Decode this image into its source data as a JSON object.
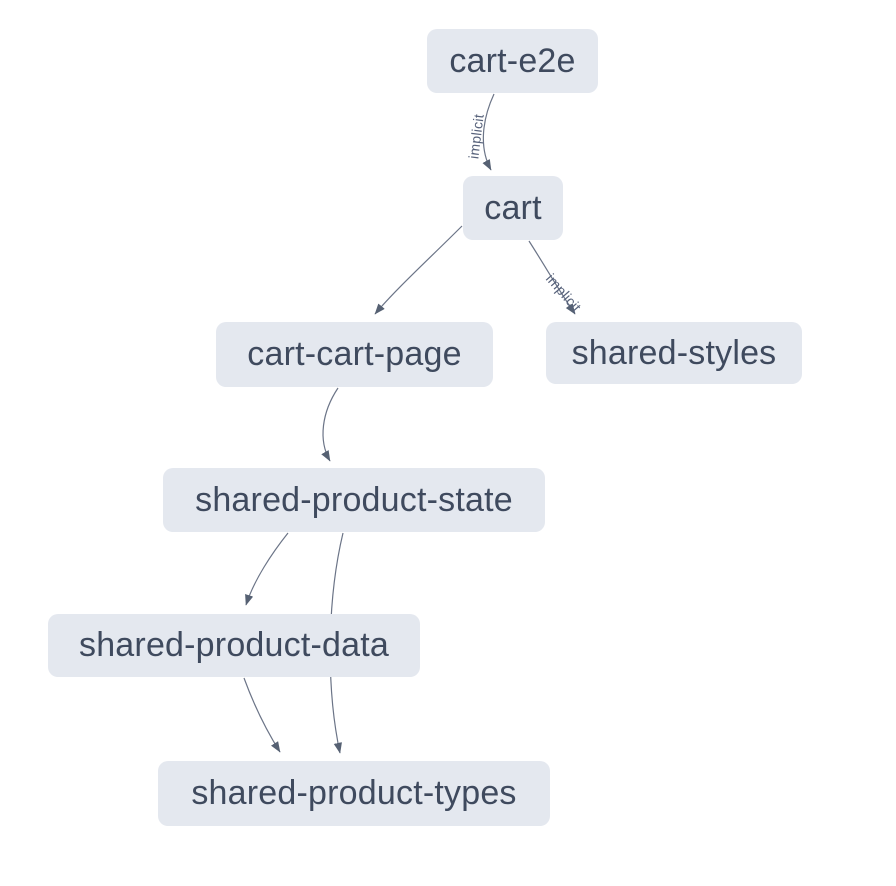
{
  "diagram": {
    "type": "project-dependency-graph",
    "background": "#ffffff",
    "colors": {
      "node_fill": "#e4e8ef",
      "node_text": "#3f4a5e",
      "edge_line": "#6b7487",
      "edge_label_text": "#56617a",
      "arrowhead": "#566173"
    },
    "nodes": [
      {
        "id": "cart-e2e",
        "label": "cart-e2e"
      },
      {
        "id": "cart",
        "label": "cart"
      },
      {
        "id": "cart-cart-page",
        "label": "cart-cart-page"
      },
      {
        "id": "shared-styles",
        "label": "shared-styles"
      },
      {
        "id": "shared-product-state",
        "label": "shared-product-state"
      },
      {
        "id": "shared-product-data",
        "label": "shared-product-data"
      },
      {
        "id": "shared-product-types",
        "label": "shared-product-types"
      }
    ],
    "edges": [
      {
        "from": "cart-e2e",
        "to": "cart",
        "label": "implicit"
      },
      {
        "from": "cart",
        "to": "cart-cart-page",
        "label": ""
      },
      {
        "from": "cart",
        "to": "shared-styles",
        "label": "implicit"
      },
      {
        "from": "cart-cart-page",
        "to": "shared-product-state",
        "label": ""
      },
      {
        "from": "shared-product-state",
        "to": "shared-product-data",
        "label": ""
      },
      {
        "from": "shared-product-state",
        "to": "shared-product-types",
        "label": ""
      },
      {
        "from": "shared-product-data",
        "to": "shared-product-types",
        "label": ""
      }
    ]
  }
}
